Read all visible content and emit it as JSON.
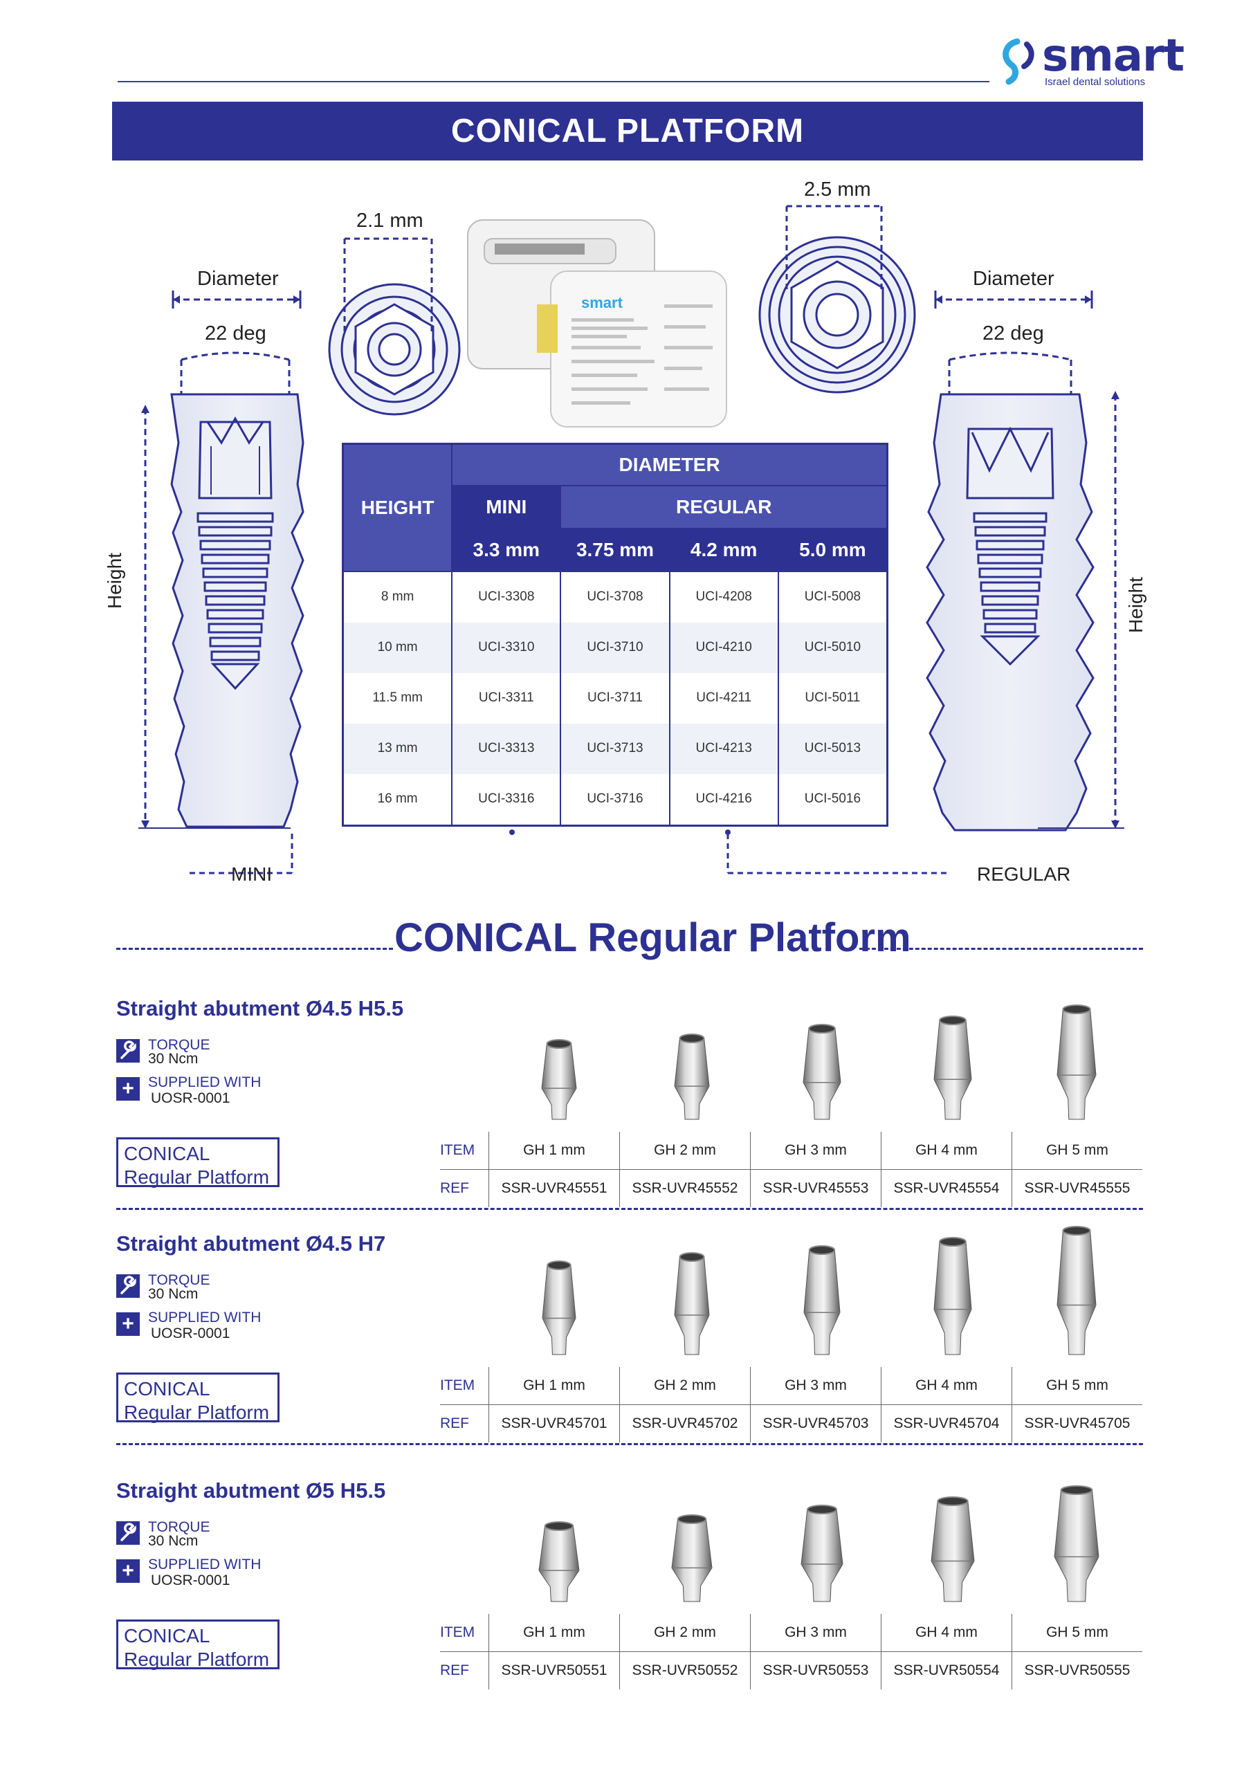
{
  "brand": {
    "name": "smart",
    "tagline": "Israel dental solutions"
  },
  "header": {
    "title": "CONICAL PLATFORM"
  },
  "diagram": {
    "left_diameter_label": "Diameter",
    "left_angle_label": "22 deg",
    "left_height_label": "Height",
    "right_diameter_label": "Diameter",
    "right_angle_label": "22 deg",
    "right_height_label": "Height",
    "mini_hex_label": "2.1 mm",
    "regular_hex_label": "2.5 mm",
    "mini_label": "MINI",
    "regular_label": "REGULAR"
  },
  "implant_table": {
    "height_header": "HEIGHT",
    "diameter_header": "DIAMETER",
    "mini_header": "MINI",
    "regular_header": "REGULAR",
    "diameters": [
      "3.3 mm",
      "3.75 mm",
      "4.2 mm",
      "5.0 mm"
    ],
    "rows": [
      {
        "height": "8 mm",
        "codes": [
          "UCI-3308",
          "UCI-3708",
          "UCI-4208",
          "UCI-5008"
        ]
      },
      {
        "height": "10 mm",
        "codes": [
          "UCI-3310",
          "UCI-3710",
          "UCI-4210",
          "UCI-5010"
        ]
      },
      {
        "height": "11.5 mm",
        "codes": [
          "UCI-3311",
          "UCI-3711",
          "UCI-4211",
          "UCI-5011"
        ]
      },
      {
        "height": "13 mm",
        "codes": [
          "UCI-3313",
          "UCI-3713",
          "UCI-4213",
          "UCI-5013"
        ]
      },
      {
        "height": "16 mm",
        "codes": [
          "UCI-3316",
          "UCI-3716",
          "UCI-4216",
          "UCI-5016"
        ]
      }
    ]
  },
  "section": {
    "title": "CONICAL Regular Platform"
  },
  "products": [
    {
      "title": "Straight abutment Ø4.5 H5.5",
      "torque_label": "TORQUE",
      "torque_value": "30 Ncm",
      "supplied_label": "SUPPLIED WITH",
      "supplied_value": "UOSR-0001",
      "platform_line1": "CONICAL",
      "platform_line2": "Regular Platform",
      "item_label": "ITEM",
      "ref_label": "REF",
      "items": [
        "GH 1 mm",
        "GH 2 mm",
        "GH 3 mm",
        "GH 4 mm",
        "GH 5 mm"
      ],
      "refs": [
        "SSR-UVR45551",
        "SSR-UVR45552",
        "SSR-UVR45553",
        "SSR-UVR45554",
        "SSR-UVR45555"
      ]
    },
    {
      "title": "Straight abutment Ø4.5 H7",
      "torque_label": "TORQUE",
      "torque_value": "30 Ncm",
      "supplied_label": "SUPPLIED WITH",
      "supplied_value": "UOSR-0001",
      "platform_line1": "CONICAL",
      "platform_line2": "Regular Platform",
      "item_label": "ITEM",
      "ref_label": "REF",
      "items": [
        "GH 1 mm",
        "GH 2 mm",
        "GH 3 mm",
        "GH 4 mm",
        "GH 5 mm"
      ],
      "refs": [
        "SSR-UVR45701",
        "SSR-UVR45702",
        "SSR-UVR45703",
        "SSR-UVR45704",
        "SSR-UVR45705"
      ]
    },
    {
      "title": "Straight abutment Ø5 H5.5",
      "torque_label": "TORQUE",
      "torque_value": "30 Ncm",
      "supplied_label": "SUPPLIED WITH",
      "supplied_value": "UOSR-0001",
      "platform_line1": "CONICAL",
      "platform_line2": "Regular Platform",
      "item_label": "ITEM",
      "ref_label": "REF",
      "items": [
        "GH 1 mm",
        "GH 2 mm",
        "GH 3 mm",
        "GH 4 mm",
        "GH 5 mm"
      ],
      "refs": [
        "SSR-UVR50551",
        "SSR-UVR50552",
        "SSR-UVR50553",
        "SSR-UVR50554",
        "SSR-UVR50555"
      ]
    }
  ]
}
